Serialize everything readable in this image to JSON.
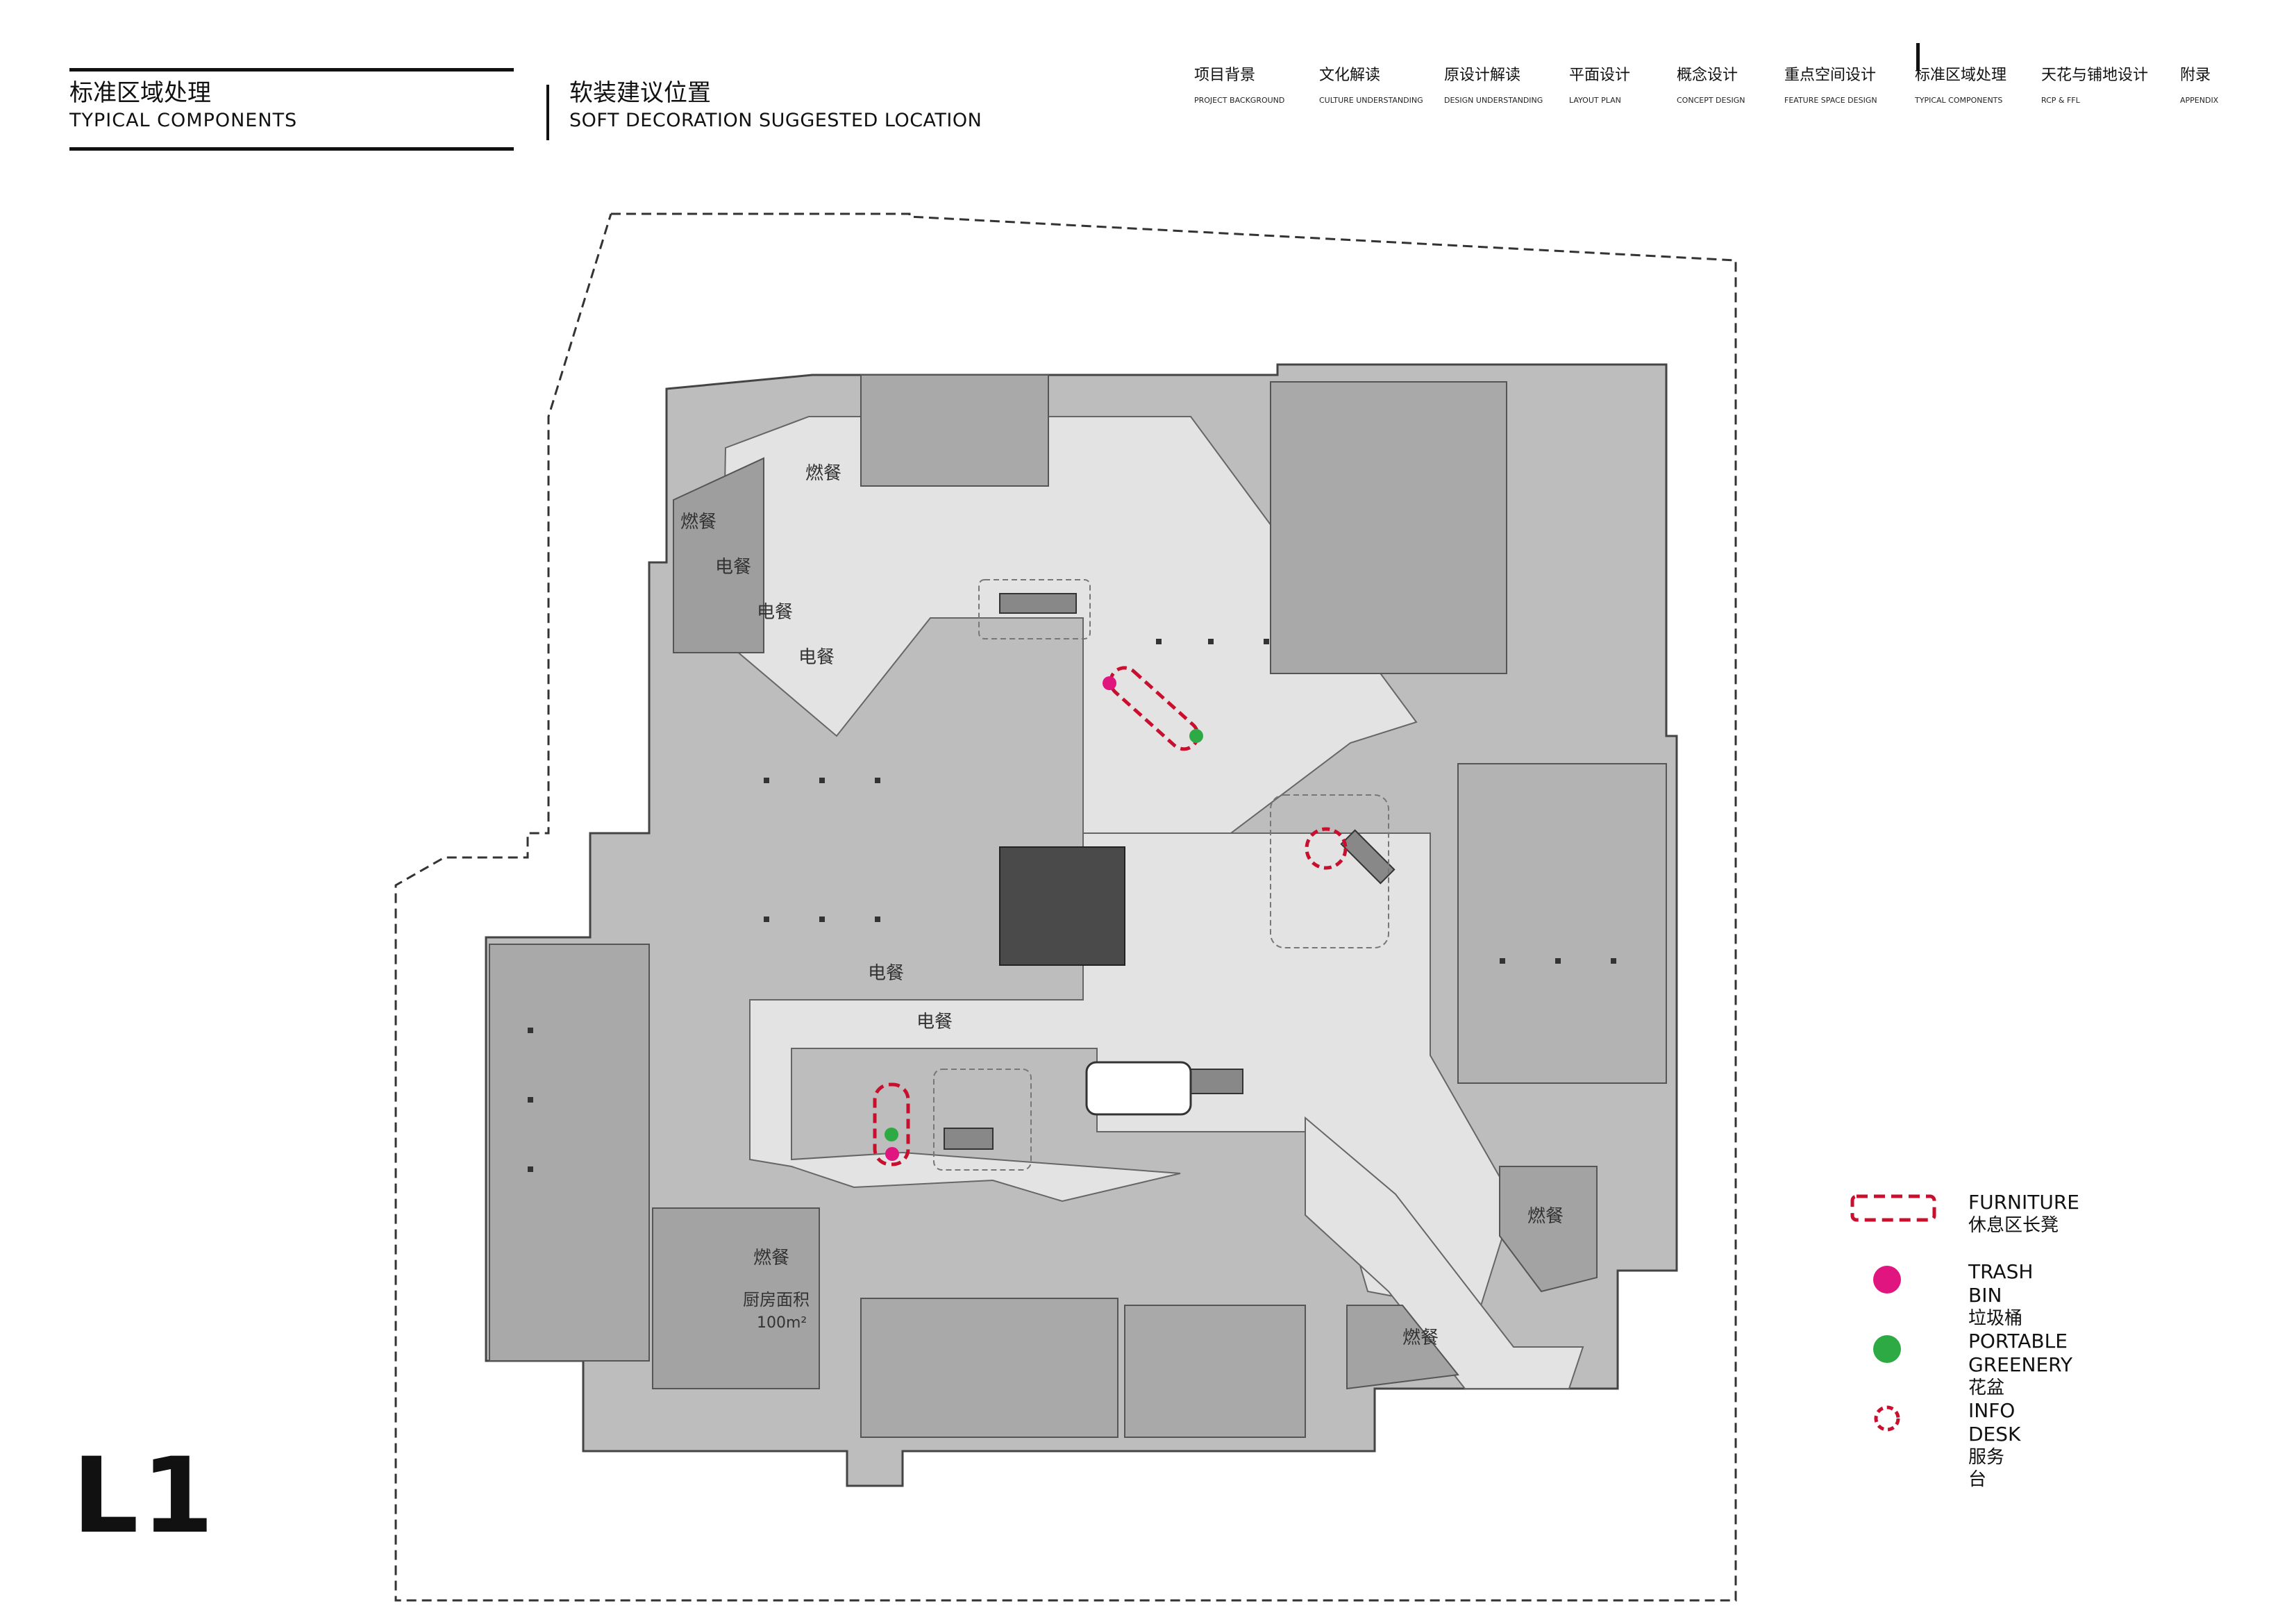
{
  "header": {
    "section_zh": "标准区域处理",
    "section_en": "TYPICAL COMPONENTS",
    "page_zh": "软装建议位置",
    "page_en": "SOFT DECORATION SUGGESTED LOCATION"
  },
  "nav": [
    {
      "zh": "项目背景",
      "en": "PROJECT BACKGROUND"
    },
    {
      "zh": "文化解读",
      "en": "CULTURE UNDERSTANDING"
    },
    {
      "zh": "原设计解读",
      "en": "DESIGN UNDERSTANDING"
    },
    {
      "zh": "平面设计",
      "en": "LAYOUT PLAN"
    },
    {
      "zh": "概念设计",
      "en": "CONCEPT DESIGN"
    },
    {
      "zh": "重点空间设计",
      "en": "FEATURE SPACE DESIGN"
    },
    {
      "zh": "标准区域处理",
      "en": "TYPICAL COMPONENTS"
    },
    {
      "zh": "天花与铺地设计",
      "en": "RCP & FFL"
    },
    {
      "zh": "附录",
      "en": "APPENDIX"
    }
  ],
  "level_label": "L1",
  "plan_labels": {
    "ranscan": "燃餐",
    "diancan": "电餐",
    "kitchen_area": "厨房面积",
    "kitchen_value": "100m²"
  },
  "legend": [
    {
      "en": "FURNITURE",
      "zh": "休息区长凳",
      "symbol": "dashed-capsule",
      "color": "#c8102e"
    },
    {
      "en": "TRASH BIN",
      "zh": "垃圾桶",
      "symbol": "dot",
      "color": "#e0157f"
    },
    {
      "en": "PORTABLE GREENERY",
      "zh": "花盆",
      "symbol": "dot",
      "color": "#2eaa45"
    },
    {
      "en": "INFO DESK",
      "zh": "服务台",
      "symbol": "dashed-circle",
      "color": "#c8102e"
    }
  ],
  "colors": {
    "furniture": "#c8102e",
    "trash_bin": "#e0157f",
    "greenery": "#2eaa45",
    "plan_fill": "#bdbdbd",
    "corridor_fill": "#e3e3e3",
    "core_dark": "#4a4a4a"
  }
}
